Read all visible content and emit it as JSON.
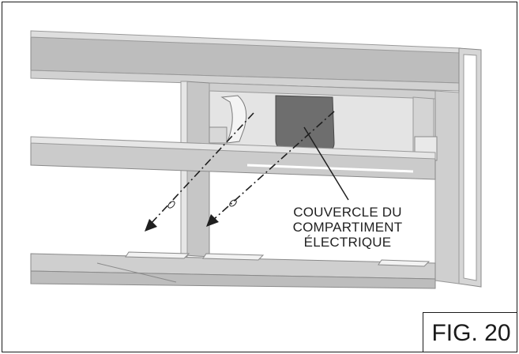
{
  "callout": {
    "line1": "COUVERCLE DU",
    "line2": "COMPARTIMENT",
    "line3": "ÉLECTRIQUE"
  },
  "figure_label": "FIG. 20",
  "colors": {
    "frame_gray": "#bdbdbd",
    "frame_light": "#e2e2e2",
    "cover_dark": "#6e6e6e",
    "line": "#1f1f1f",
    "frame_border": "#1a1a1a"
  }
}
